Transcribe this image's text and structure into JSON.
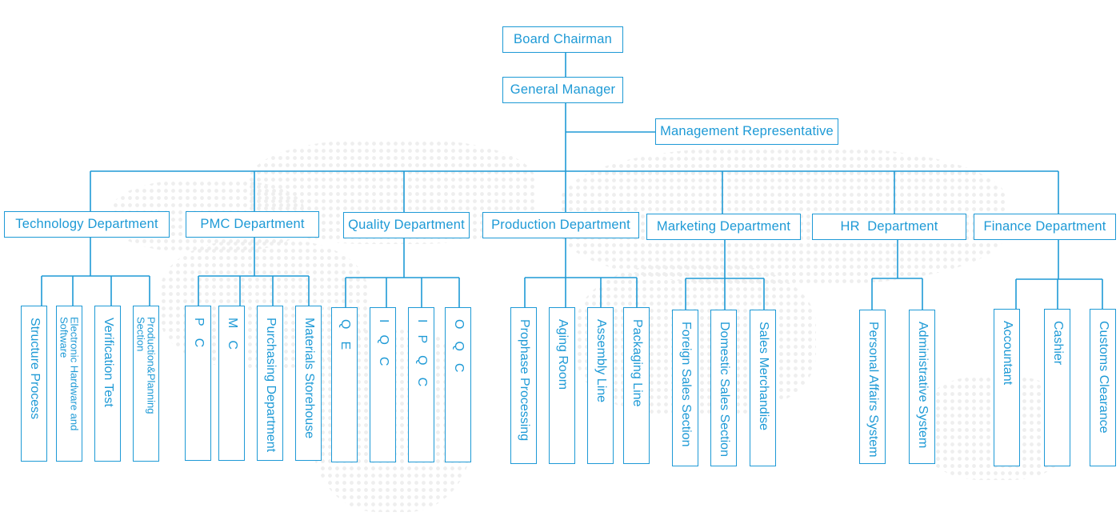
{
  "top": {
    "chairman": "Board Chairman",
    "general_manager": "General Manager",
    "management_rep": "Management Representative"
  },
  "departments": [
    {
      "name": "Technology Department",
      "units": [
        "Structure Process",
        "Electronic Hardware and Software",
        "Verification Test",
        "Production&Planning Section"
      ]
    },
    {
      "name": "PMC Department",
      "units": [
        "PC",
        "MC",
        "Purchasing Department",
        "Materials Storehouse"
      ]
    },
    {
      "name": "Quality Department",
      "units": [
        "QE",
        "IQC",
        "IPQC",
        "OQC"
      ]
    },
    {
      "name": "Production Department",
      "units": [
        "Prophase Processing",
        "Aging Room",
        "Assembly Line",
        "Packaging Line"
      ]
    },
    {
      "name": "Marketing Department",
      "units": [
        "Foreign Sales Section",
        "Domestic Sales Section",
        "Sales Merchandise"
      ]
    },
    {
      "name": "HR  Department",
      "units": [
        "Personal Affairs System",
        "Administrative System"
      ]
    },
    {
      "name": "Finance Department",
      "units": [
        "Accountant",
        "Cashier",
        "Customs Clearance"
      ]
    }
  ],
  "colors": {
    "line": "#1e9ad6",
    "text": "#1e9ad6",
    "map_dots": "#eeeeee"
  }
}
